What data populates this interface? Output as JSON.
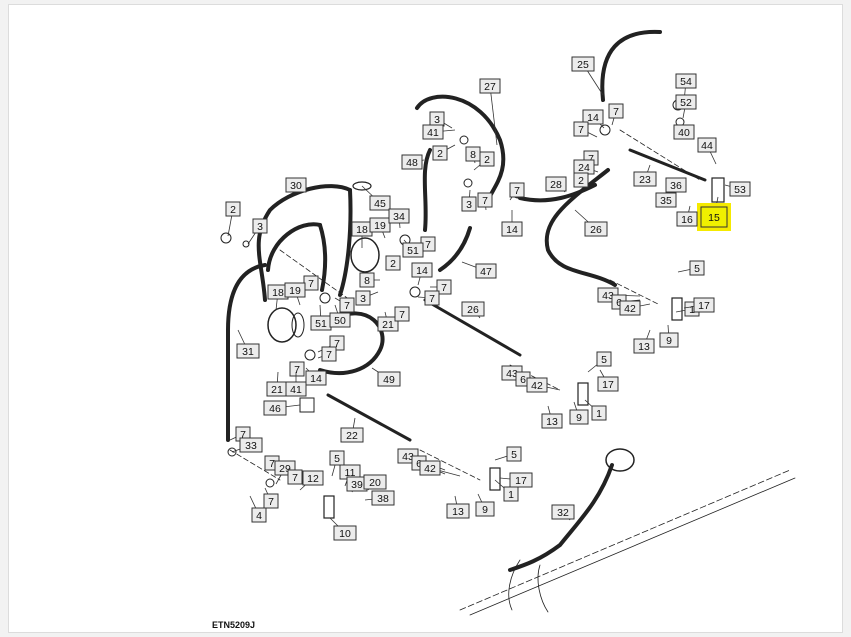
{
  "figure_code": "ETN5209J",
  "colors": {
    "highlight": "#f0f000",
    "callout_fill": "#ececec",
    "line": "#222222"
  },
  "callouts": [
    {
      "id": "c25",
      "label": "25"
    },
    {
      "id": "c54",
      "label": "54"
    },
    {
      "id": "c52",
      "label": "52"
    },
    {
      "id": "c40",
      "label": "40"
    },
    {
      "id": "c44",
      "label": "44"
    },
    {
      "id": "c53",
      "label": "53"
    },
    {
      "id": "c15",
      "label": "15",
      "highlight": true
    },
    {
      "id": "c16",
      "label": "16"
    },
    {
      "id": "c35",
      "label": "35"
    },
    {
      "id": "c36",
      "label": "36"
    },
    {
      "id": "c23",
      "label": "23"
    },
    {
      "id": "c27",
      "label": "27"
    },
    {
      "id": "c3a",
      "label": "3"
    },
    {
      "id": "c41a",
      "label": "41"
    },
    {
      "id": "c2a",
      "label": "2"
    },
    {
      "id": "c8a",
      "label": "8"
    },
    {
      "id": "c2b",
      "label": "2"
    },
    {
      "id": "c48",
      "label": "48"
    },
    {
      "id": "c3b",
      "label": "3"
    },
    {
      "id": "c7a",
      "label": "7"
    },
    {
      "id": "c7b",
      "label": "7"
    },
    {
      "id": "c14a",
      "label": "14"
    },
    {
      "id": "c14b",
      "label": "14"
    },
    {
      "id": "c7c",
      "label": "7"
    },
    {
      "id": "c7d",
      "label": "7"
    },
    {
      "id": "c7e",
      "label": "7"
    },
    {
      "id": "c24",
      "label": "24"
    },
    {
      "id": "c2c",
      "label": "2"
    },
    {
      "id": "c28",
      "label": "28"
    },
    {
      "id": "c26a",
      "label": "26"
    },
    {
      "id": "c30",
      "label": "30"
    },
    {
      "id": "c45",
      "label": "45"
    },
    {
      "id": "c2d",
      "label": "2"
    },
    {
      "id": "c3c",
      "label": "3"
    },
    {
      "id": "c18a",
      "label": "18"
    },
    {
      "id": "c19a",
      "label": "19"
    },
    {
      "id": "c34",
      "label": "34"
    },
    {
      "id": "c7f",
      "label": "7"
    },
    {
      "id": "c51a",
      "label": "51"
    },
    {
      "id": "c47",
      "label": "47"
    },
    {
      "id": "c2e",
      "label": "2"
    },
    {
      "id": "c8b",
      "label": "8"
    },
    {
      "id": "c14c",
      "label": "14"
    },
    {
      "id": "c7g",
      "label": "7"
    },
    {
      "id": "c3d",
      "label": "3"
    },
    {
      "id": "c7h",
      "label": "7"
    },
    {
      "id": "c21a",
      "label": "21"
    },
    {
      "id": "c7i",
      "label": "7"
    },
    {
      "id": "c7j",
      "label": "7"
    },
    {
      "id": "c18b",
      "label": "18"
    },
    {
      "id": "c19b",
      "label": "19"
    },
    {
      "id": "c51b",
      "label": "51"
    },
    {
      "id": "c50",
      "label": "50"
    },
    {
      "id": "c7k",
      "label": "7"
    },
    {
      "id": "c26b",
      "label": "26"
    },
    {
      "id": "c5a",
      "label": "5"
    },
    {
      "id": "c43a",
      "label": "43"
    },
    {
      "id": "c6a",
      "label": "6"
    },
    {
      "id": "c42a",
      "label": "42"
    },
    {
      "id": "c1a",
      "label": "1"
    },
    {
      "id": "c17a",
      "label": "17"
    },
    {
      "id": "c13a",
      "label": "13"
    },
    {
      "id": "c9a",
      "label": "9"
    },
    {
      "id": "c31",
      "label": "31"
    },
    {
      "id": "c7l",
      "label": "7"
    },
    {
      "id": "c7m",
      "label": "7"
    },
    {
      "id": "c7n",
      "label": "7"
    },
    {
      "id": "c14d",
      "label": "14"
    },
    {
      "id": "c21b",
      "label": "21"
    },
    {
      "id": "c41b",
      "label": "41"
    },
    {
      "id": "c49",
      "label": "49"
    },
    {
      "id": "c43b",
      "label": "43"
    },
    {
      "id": "c6b",
      "label": "6"
    },
    {
      "id": "c42b",
      "label": "42"
    },
    {
      "id": "c5b",
      "label": "5"
    },
    {
      "id": "c17b",
      "label": "17"
    },
    {
      "id": "c13b",
      "label": "13"
    },
    {
      "id": "c9b",
      "label": "9"
    },
    {
      "id": "c1b",
      "label": "1"
    },
    {
      "id": "c46",
      "label": "46"
    },
    {
      "id": "c22",
      "label": "22"
    },
    {
      "id": "c7o",
      "label": "7"
    },
    {
      "id": "c33",
      "label": "33"
    },
    {
      "id": "c7p",
      "label": "7"
    },
    {
      "id": "c29",
      "label": "29"
    },
    {
      "id": "c7q",
      "label": "7"
    },
    {
      "id": "c12",
      "label": "12"
    },
    {
      "id": "c5c",
      "label": "5"
    },
    {
      "id": "c11",
      "label": "11"
    },
    {
      "id": "c39",
      "label": "39"
    },
    {
      "id": "c20",
      "label": "20"
    },
    {
      "id": "c38",
      "label": "38"
    },
    {
      "id": "c7r",
      "label": "7"
    },
    {
      "id": "c4",
      "label": "4"
    },
    {
      "id": "c10",
      "label": "10"
    },
    {
      "id": "c43c",
      "label": "43"
    },
    {
      "id": "c6c",
      "label": "6"
    },
    {
      "id": "c42c",
      "label": "42"
    },
    {
      "id": "c5d",
      "label": "5"
    },
    {
      "id": "c17c",
      "label": "17"
    },
    {
      "id": "c1c",
      "label": "1"
    },
    {
      "id": "c13c",
      "label": "13"
    },
    {
      "id": "c9c",
      "label": "9"
    },
    {
      "id": "c32",
      "label": "32"
    }
  ]
}
